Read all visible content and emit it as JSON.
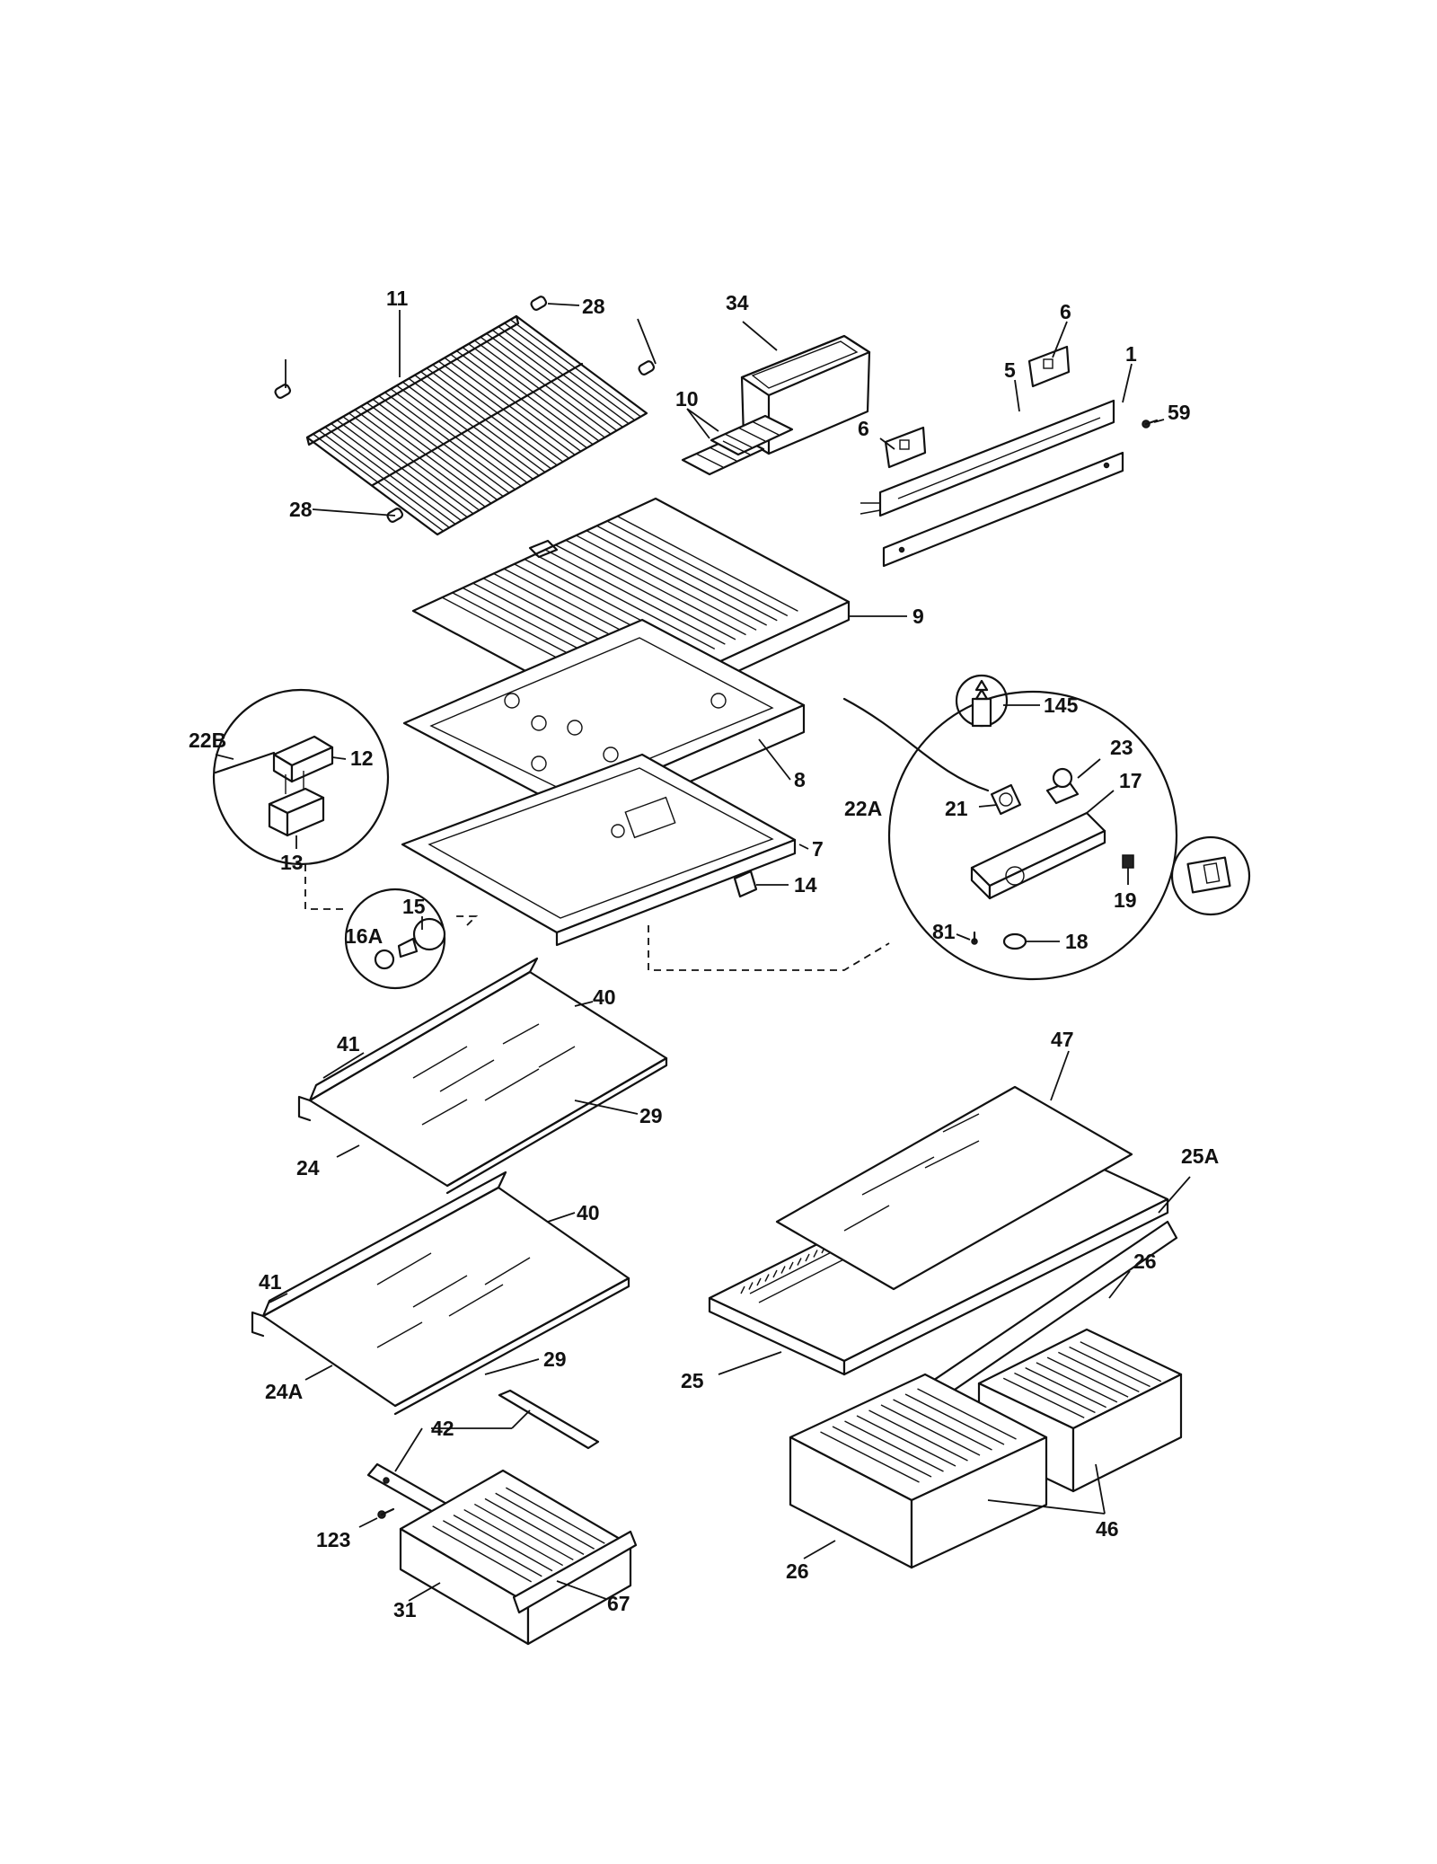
{
  "labels": {
    "l11": "11",
    "l28a": "28",
    "l28b": "28",
    "l34": "34",
    "l6a": "6",
    "l6b": "6",
    "l5": "5",
    "l1": "1",
    "l59": "59",
    "l10": "10",
    "l9": "9",
    "l8": "8",
    "l7": "7",
    "l14": "14",
    "l22B": "22B",
    "l12": "12",
    "l13": "13",
    "l15": "15",
    "l16A": "16A",
    "l145": "145",
    "l23": "23",
    "l17": "17",
    "l22A": "22A",
    "l21": "21",
    "l19": "19",
    "l81": "81",
    "l18": "18",
    "l40a": "40",
    "l41a": "41",
    "l29a": "29",
    "l24": "24",
    "l40b": "40",
    "l41b": "41",
    "l29b": "29",
    "l24A": "24A",
    "l42": "42",
    "l123": "123",
    "l31": "31",
    "l67": "67",
    "l47": "47",
    "l25A": "25A",
    "l26a": "26",
    "l25": "25",
    "l26b": "26",
    "l46": "46"
  }
}
